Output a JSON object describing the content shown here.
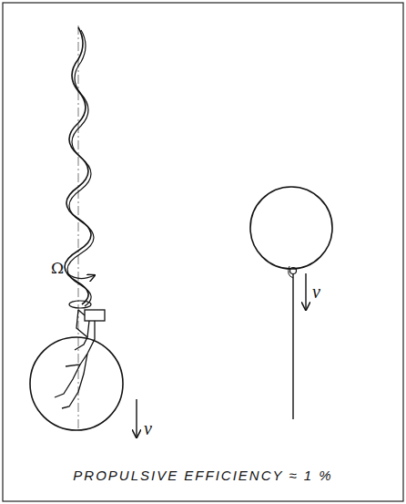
{
  "diagram": {
    "caption": "PROPULSIVE EFFICIENCY ≈ 1 %",
    "labels": [
      "Ω",
      "v",
      "v"
    ]
  }
}
